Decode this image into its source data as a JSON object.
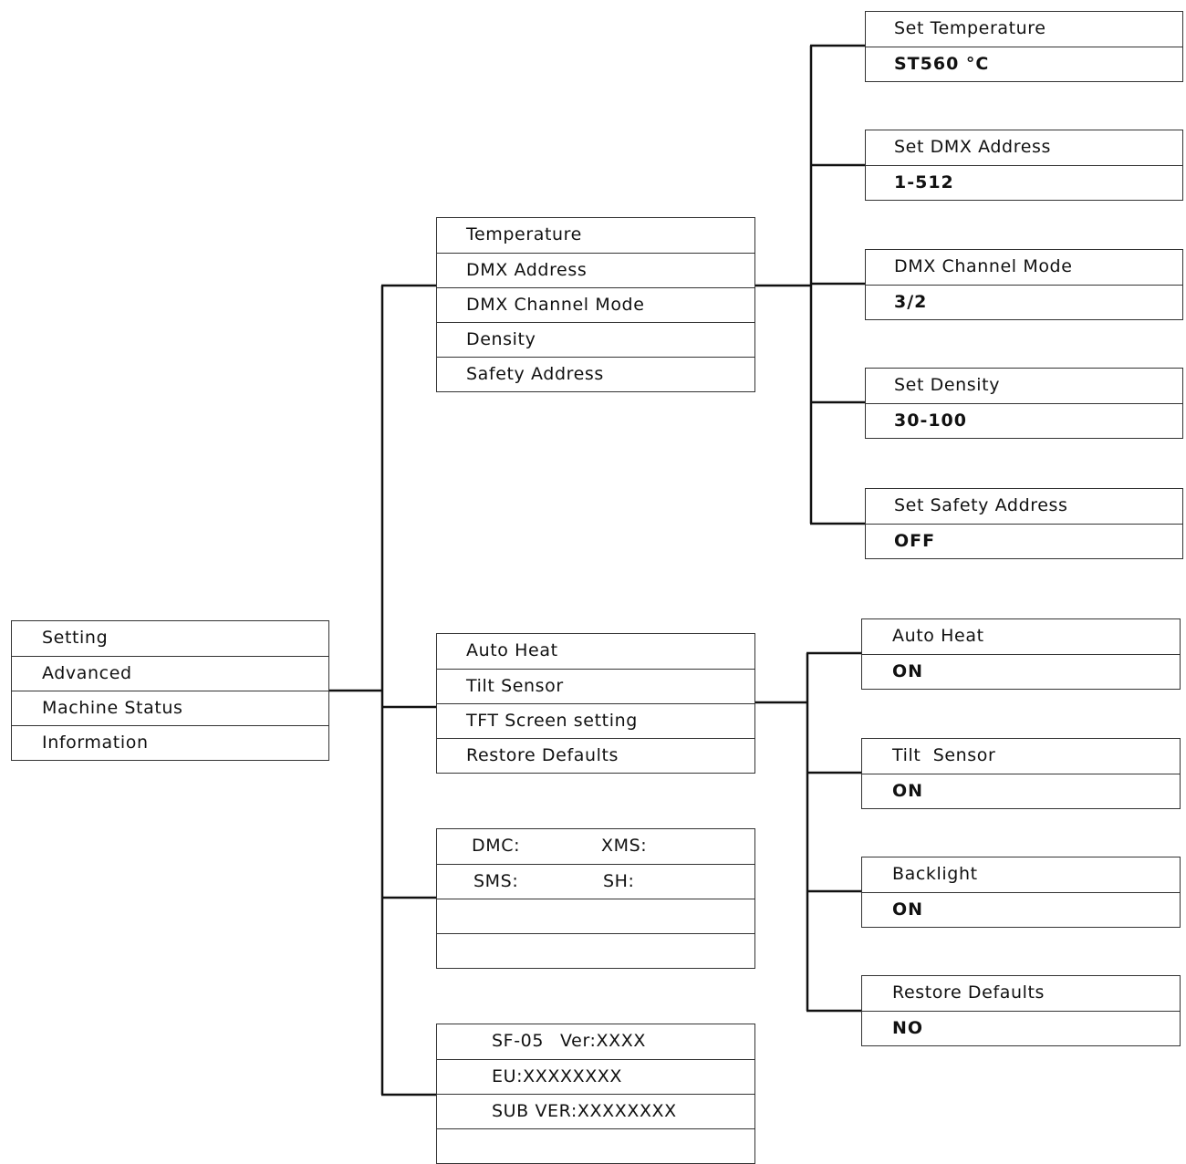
{
  "main_menu": [
    "Setting",
    "Advanced",
    "Machine Status",
    "Information"
  ],
  "setting_menu": [
    "Temperature",
    "DMX Address",
    "DMX Channel Mode",
    "Density",
    "Safety Address"
  ],
  "setting_panels": [
    {
      "label": "Set Temperature",
      "value": "ST560 °C"
    },
    {
      "label": "Set DMX Address",
      "value": "1-512"
    },
    {
      "label": "DMX Channel Mode",
      "value": "3/2"
    },
    {
      "label": "Set Density",
      "value": "30-100"
    },
    {
      "label": "Set Safety Address",
      "value": "OFF"
    }
  ],
  "advanced_menu": [
    "Auto Heat",
    "Tilt Sensor",
    "TFT Screen setting",
    "Restore Defaults"
  ],
  "advanced_panels": [
    {
      "label": "Auto Heat",
      "value": "ON"
    },
    {
      "label": "Tilt  Sensor",
      "value": "ON"
    },
    {
      "label": "Backlight",
      "value": "ON"
    },
    {
      "label": "Restore Defaults",
      "value": "NO"
    }
  ],
  "status_panel": {
    "row1_left": "DMC:",
    "row1_right": "XMS:",
    "row2_left": "SMS:",
    "row2_right": "SH:"
  },
  "info_panel": {
    "model": "SF-05",
    "version": "Ver:XXXX",
    "eu": "EU:XXXXXXXX",
    "sub_ver": "SUB VER:XXXXXXXX"
  }
}
